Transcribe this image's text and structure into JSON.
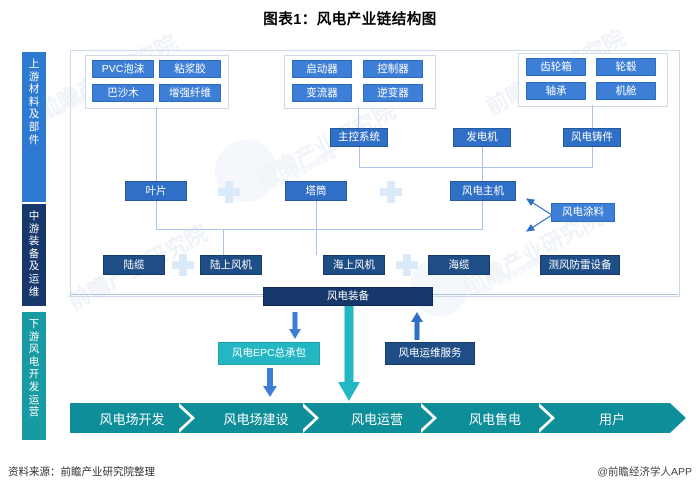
{
  "title": "图表1：风电产业链结构图",
  "stages": [
    {
      "name": "upstream",
      "label": "上游材料及部件",
      "chars": [
        "上",
        "游",
        "材",
        "料",
        "及",
        "部",
        "件"
      ],
      "color": "#2f7ad1"
    },
    {
      "name": "midstream",
      "label": "中游装备及运维",
      "chars": [
        "中",
        "游",
        "装",
        "备",
        "及",
        "运",
        "维"
      ],
      "color": "#16386b"
    },
    {
      "name": "downstream",
      "label": "下游风电开发运营",
      "chars": [
        "下",
        "游",
        "风",
        "电",
        "开",
        "发",
        "运",
        "营"
      ],
      "color": "#189aa2"
    }
  ],
  "upstream_groups": [
    {
      "name": "blade-materials",
      "items": [
        "PVC泡沫",
        "粘浆胶",
        "巴沙木",
        "增强纤维"
      ]
    },
    {
      "name": "electrical-parts",
      "items": [
        "启动器",
        "控制器",
        "变流器",
        "逆变器"
      ]
    },
    {
      "name": "mechanical-parts",
      "items": [
        "齿轮箱",
        "轮毂",
        "轴承",
        "机舱"
      ]
    }
  ],
  "subassembly_row": [
    {
      "name": "main-control-system",
      "label": "主控系统"
    },
    {
      "name": "generator",
      "label": "发电机"
    },
    {
      "name": "wind-power-casting",
      "label": "风电铸件"
    }
  ],
  "assembly_row": [
    {
      "name": "blade",
      "label": "叶片"
    },
    {
      "name": "tower",
      "label": "塔筒"
    },
    {
      "name": "wind-turbine-unit",
      "label": "风电主机"
    }
  ],
  "coating": {
    "name": "wind-power-coating",
    "label": "风电涂料"
  },
  "turbine_row": [
    {
      "name": "onshore-cable",
      "label": "陆缆"
    },
    {
      "name": "onshore-turbine",
      "label": "陆上风机"
    },
    {
      "name": "offshore-turbine",
      "label": "海上风机"
    },
    {
      "name": "offshore-cable",
      "label": "海缆"
    },
    {
      "name": "wind-lightning-equipment",
      "label": "测风防雷设备"
    }
  ],
  "equipment": {
    "name": "wind-power-equipment",
    "label": "风电装备"
  },
  "services": [
    {
      "name": "epc-contracting",
      "label": "风电EPC总承包",
      "color": "#23b7c4"
    },
    {
      "name": "om-services",
      "label": "风电运维服务",
      "color": "#1f4e87"
    }
  ],
  "value_chain": [
    {
      "name": "farm-development",
      "label": "风电场开发"
    },
    {
      "name": "farm-construction",
      "label": "风电场建设"
    },
    {
      "name": "wind-operation",
      "label": "风电运营"
    },
    {
      "name": "power-selling",
      "label": "风电售电"
    },
    {
      "name": "end-user",
      "label": "用户"
    }
  ],
  "watermarks": [
    "前瞻产业研究院",
    "中国产业咨询领导者",
    "前瞻",
    "0.8395"
  ],
  "footer": {
    "source": "资料来源：前瞻产业研究院整理",
    "brand": "@前瞻经济学人APP"
  },
  "colors": {
    "accent_blue": "#3d7fd6",
    "navy": "#1f4e87",
    "dark_navy": "#16386b",
    "teal": "#23b7c4",
    "chain_teal": "#0d8e99",
    "line": "#a9c4e6"
  }
}
